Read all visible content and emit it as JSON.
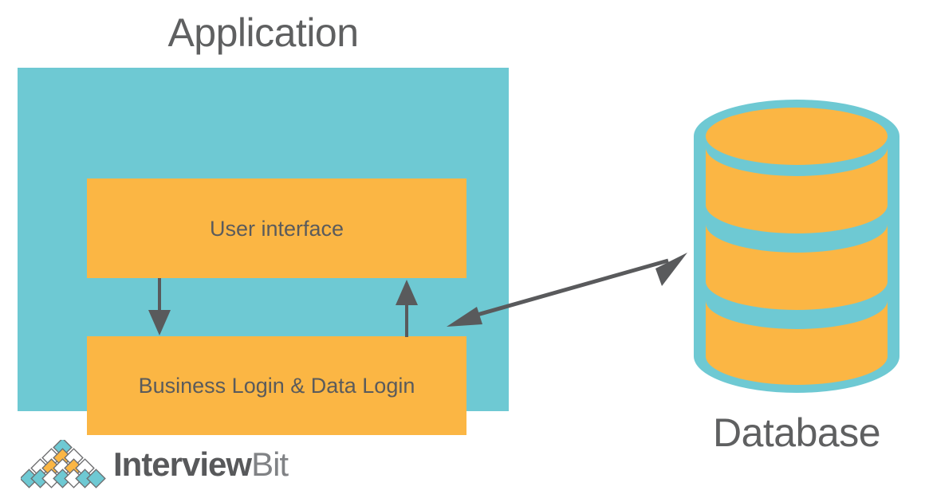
{
  "diagram": {
    "title": "Application and Database architecture diagram",
    "colors": {
      "teal": "#6EC9D3",
      "orange": "#FBB644",
      "arrow_gray": "#595A5C",
      "title_gray": "#5F6061",
      "box_text_gray": "#5A5B5C",
      "background": "#FFFFFF"
    }
  },
  "application": {
    "title": "Application",
    "boxes": [
      {
        "id": "user-interface",
        "label": "User interface"
      },
      {
        "id": "business-logic",
        "label": "Business Login & Data Login"
      }
    ]
  },
  "arrows": [
    {
      "id": "ui-to-logic",
      "direction": "down",
      "from": "User interface",
      "to": "Business Login & Data Login"
    },
    {
      "id": "logic-to-ui",
      "direction": "up",
      "from": "Business Login & Data Login",
      "to": "User interface"
    },
    {
      "id": "app-to-database",
      "direction": "bidirectional",
      "from": "Application",
      "to": "Database"
    }
  ],
  "database": {
    "title": "Database",
    "icon": "database-cylinder-icon",
    "disc_count": 4
  },
  "logo": {
    "mark": "interviewbit-diamond-pyramid-logo",
    "word_primary": "Interview",
    "word_secondary": "Bit"
  }
}
